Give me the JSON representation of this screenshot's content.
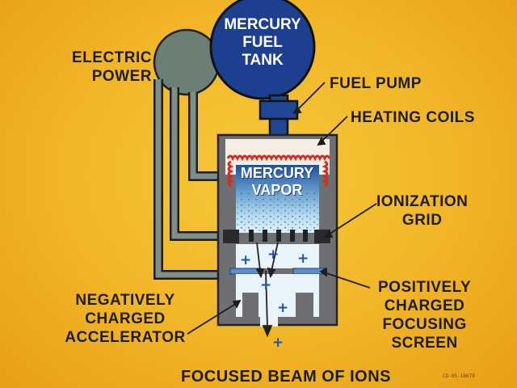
{
  "labels": {
    "electric_power": [
      "ELECTRIC",
      "POWER"
    ],
    "tank": [
      "MERCURY",
      "FUEL",
      "TANK"
    ],
    "fuel_pump": "FUEL PUMP",
    "heating_coils": "HEATING COILS",
    "vapor": [
      "MERCURY",
      "VAPOR"
    ],
    "ionization_grid": [
      "IONIZATION",
      "GRID"
    ],
    "negatively_charged_accelerator": [
      "NEGATIVELY",
      "CHARGED",
      "ACCELERATOR"
    ],
    "positively_charged_focusing_screen": [
      "POSITIVELY",
      "CHARGED",
      "FOCUSING",
      "SCREEN"
    ],
    "focused_beam": "FOCUSED BEAM OF IONS",
    "code": "CD-85-16679"
  },
  "ion_symbol": "+",
  "colors": {
    "background": "#f1b526",
    "tank": "#1c3f8f",
    "power_ball": "#6c7f75",
    "chamber_wall": "#6d6f72",
    "heating_coils": "#d62b21",
    "vapor": "#bfe2f1",
    "grid": "#2a2a2a",
    "ion": "#1f4fae"
  }
}
